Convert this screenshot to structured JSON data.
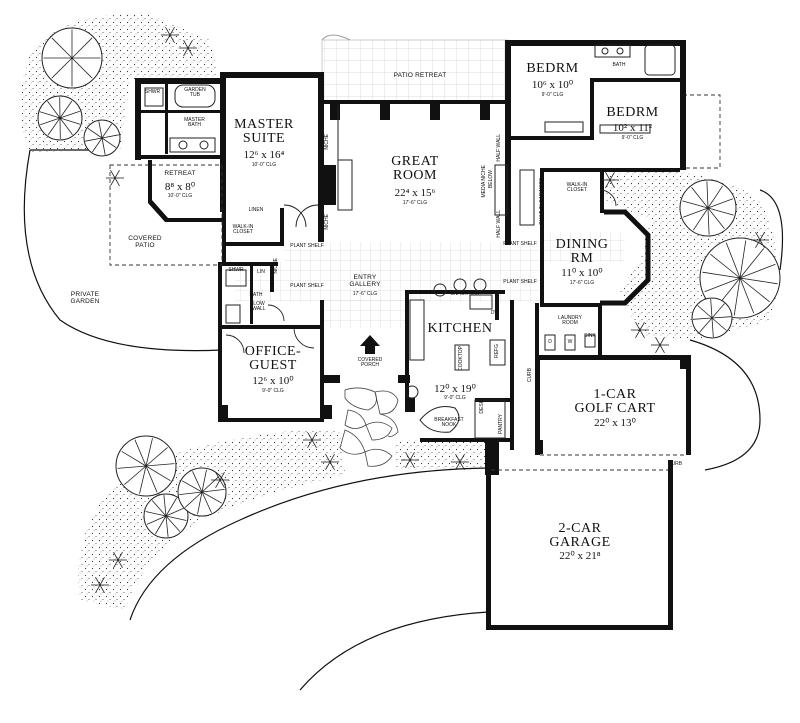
{
  "rooms": {
    "master_suite": {
      "name_line1": "MASTER",
      "name_line2": "SUITE",
      "dims": "12⁶ x 16⁴",
      "clg": "10'-0\" CLG"
    },
    "retreat": {
      "name": "RETREAT",
      "dims": "8⁸ x 8⁰",
      "clg": "10'-0\" CLG"
    },
    "great_room": {
      "name_line1": "GREAT",
      "name_line2": "ROOM",
      "dims": "22⁴ x 15⁶",
      "clg": "17'-6\" CLG"
    },
    "bedrm1": {
      "name": "BEDRM",
      "dims": "10⁶ x 10⁰",
      "clg": "9'-0\" CLG"
    },
    "bedrm2": {
      "name": "BEDRM",
      "dims": "10² x 11²",
      "clg": "9'-0\" CLG"
    },
    "dining": {
      "name_line1": "DINING",
      "name_line2": "RM",
      "dims": "11⁰ x 10⁰",
      "clg": "17'-6\" CLG"
    },
    "kitchen": {
      "name": "KITCHEN",
      "dims": "12⁰ x 19⁰",
      "clg": "9'-0\" CLG"
    },
    "office": {
      "name_line1": "OFFICE-",
      "name_line2": "GUEST",
      "dims": "12⁶ x 10⁰",
      "clg": "9'-0\" CLG"
    },
    "golf_cart": {
      "name_line1": "1-CAR",
      "name_line2": "GOLF CART",
      "dims": "22⁰ x 13⁰"
    },
    "garage": {
      "name_line1": "2-CAR",
      "name_line2": "GARAGE",
      "dims": "22⁰ x 21⁸"
    }
  },
  "small_labels": {
    "patio_retreat": "PATIO RETREAT",
    "covered_patio_line1": "COVERED",
    "covered_patio_line2": "PATIO",
    "private_garden_line1": "PRIVATE",
    "private_garden_line2": "GARDEN",
    "shwr_master": "SHWR",
    "garden_tub_line1": "GARDEN",
    "garden_tub_line2": "TUB",
    "master_bath_line1": "MASTER",
    "master_bath_line2": "BATH",
    "linen": "LINEN",
    "walk_in_closet_master_line1": "WALK-IN",
    "walk_in_closet_master_line2": "CLOSET",
    "plant_shelf_1": "PLANT SHELF",
    "plant_shelf_2": "PLANT SHELF",
    "plant_shelf_3": "PLANT SHELF",
    "plant_shelf_4": "PLANT SHELF",
    "shwr_guest": "SHWR",
    "lin": "LIN",
    "bath_guest": "BATH",
    "low_wall_line1": "LOW",
    "low_wall_line2": "WALL",
    "niche_1": "NICHE",
    "niche_2": "NICHE",
    "niche_3": "NICHE",
    "media_niche": "MEDIA NICHE",
    "below": "BELOW",
    "half_wall_1": "HALF WALL",
    "half_wall_2": "HALF WALL",
    "entry_gallery_line1": "ENTRY",
    "entry_gallery_line2": "GALLERY",
    "entry_clg": "17'-6\" CLG",
    "covered_porch_line1": "COVERED",
    "covered_porch_line2": "PORCH",
    "snack_bar": "SNACK BAR",
    "dw": "DW",
    "cooktop": "COOKTOP",
    "refg": "REFG",
    "desk": "DESK",
    "pantry": "PANTRY",
    "breakfast_line1": "BREAKFAST",
    "breakfast_line2": "NOOK",
    "bath_bed": "BATH",
    "built_in_line1": "BUILT-IN",
    "built_in_line2": "CABINETS",
    "walk_in_closet_bed_line1": "WALK-IN",
    "walk_in_closet_bed_line2": "CLOSET",
    "laundry_line1": "LAUNDRY",
    "laundry_line2": "ROOM",
    "d": "D",
    "w": "W",
    "sink": "SINK",
    "curb_1": "CURB",
    "curb_2": "CURB"
  }
}
